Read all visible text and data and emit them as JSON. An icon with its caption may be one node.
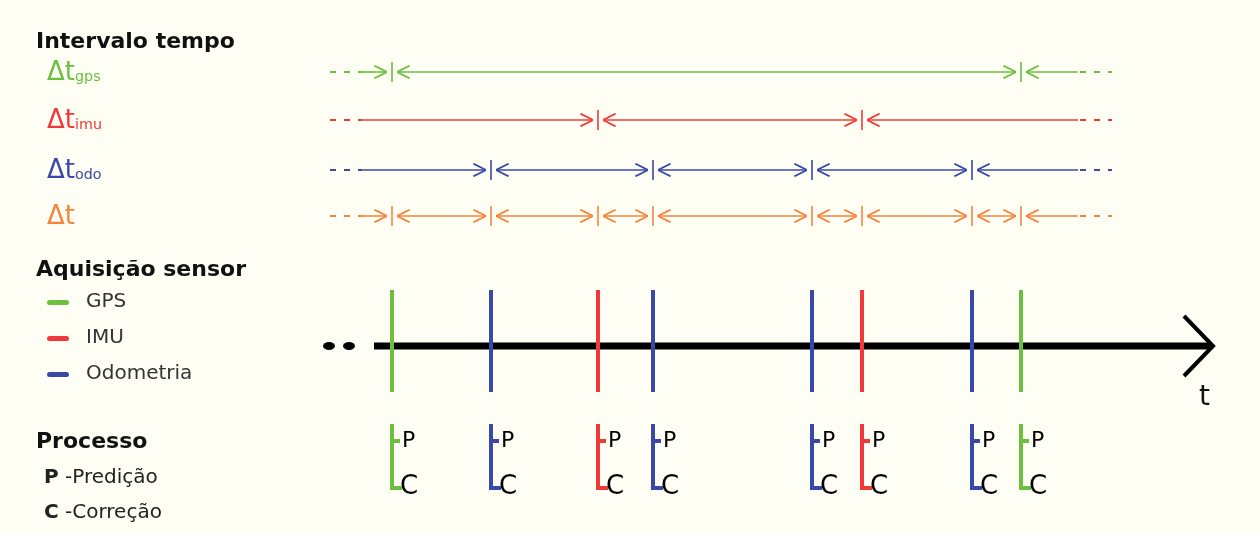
{
  "diagram": {
    "labels": [
      "Intervalo tempo",
      "Δt$_{gps}$",
      "Δt$_{imu}$",
      "Δt$_{odo}$",
      "Δt",
      "Aquisição sensor",
      "t",
      "P",
      "P",
      "P",
      "P",
      "P",
      "P",
      "P",
      "P",
      "C",
      "C",
      "C",
      "C",
      "C",
      "C",
      "C",
      "C",
      "Processo",
      "**P** -Predição",
      "**C** -Correção"
    ],
    "legend": [
      {
        "text": "GPS",
        "color": "#6cbf3f"
      },
      {
        "text": "IMU",
        "color": "#f03a3a"
      },
      {
        "text": "Odometria",
        "color": "#3a48a8"
      }
    ]
  }
}
